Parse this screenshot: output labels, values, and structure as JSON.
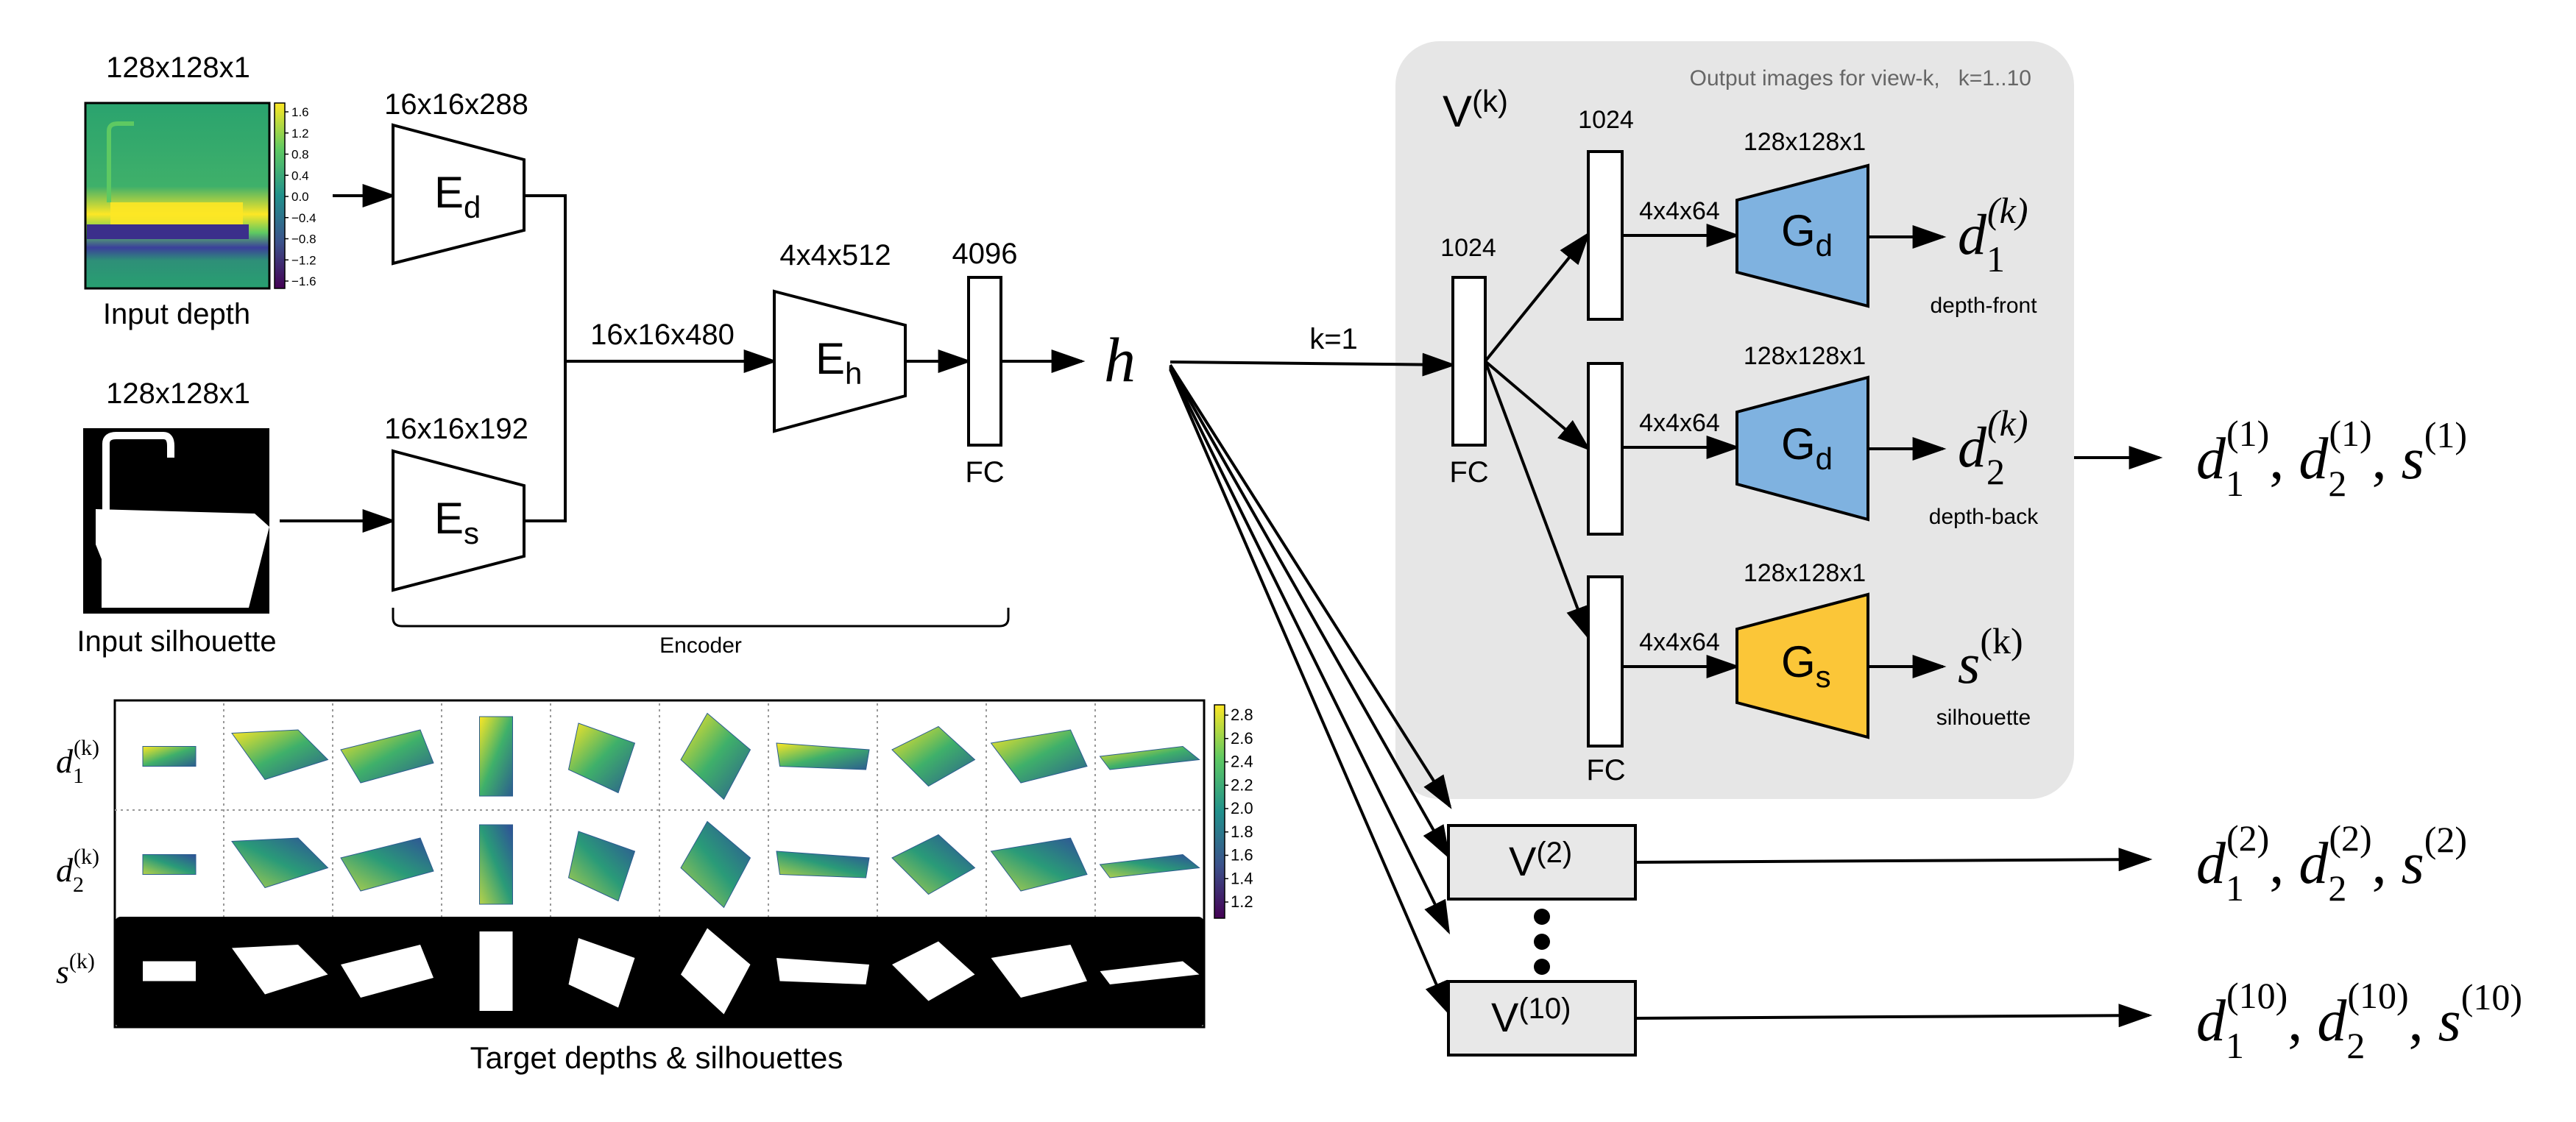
{
  "input_depth": {
    "size": "128x128x1",
    "caption": "Input depth",
    "colorbar_ticks": [
      "1.6",
      "1.2",
      "0.8",
      "0.4",
      "0.0",
      "−0.4",
      "−0.8",
      "−1.2",
      "−1.6"
    ]
  },
  "input_silhouette": {
    "size": "128x128x1",
    "caption": "Input silhouette"
  },
  "encoders": {
    "ed": {
      "name": "E",
      "sub": "d",
      "size": "16x16x288"
    },
    "es": {
      "name": "E",
      "sub": "s",
      "size": "16x16x192"
    },
    "eh": {
      "name": "E",
      "sub": "h",
      "size": "4x4x512"
    },
    "concat_size": "16x16x480",
    "fc_size": "4096",
    "fc_label": "FC",
    "group_label": "Encoder"
  },
  "latent": "h",
  "view_k": {
    "title": "V",
    "title_sup": "(k)",
    "note": "Output images for view-k,   k=1..10",
    "edge_label": "k=1",
    "fc_size": "1024",
    "fc_label": "FC",
    "branch_fc_size": "1024",
    "fc_bottom_label": "FC",
    "branches": [
      {
        "gen": "G",
        "sub": "d",
        "size": "128x128x1",
        "in_size": "4x4x64",
        "out_sym": "d",
        "out_sub": "1",
        "out_sup": "(k)",
        "caption": "depth-front",
        "color": "#7fb2e0"
      },
      {
        "gen": "G",
        "sub": "d",
        "size": "128x128x1",
        "in_size": "4x4x64",
        "out_sym": "d",
        "out_sub": "2",
        "out_sup": "(k)",
        "caption": "depth-back",
        "color": "#7fb2e0"
      },
      {
        "gen": "G",
        "sub": "s",
        "size": "128x128x1",
        "in_size": "4x4x64",
        "out_sym": "s",
        "out_sup": "(k)",
        "caption": "silhouette",
        "color": "#fbc638"
      }
    ]
  },
  "views": [
    {
      "name": "V",
      "sup": "(2)"
    },
    {
      "name": "V",
      "sup": "(10)"
    }
  ],
  "outputs": [
    {
      "sup": "(1)"
    },
    {
      "sup": "(2)"
    },
    {
      "sup": "(10)"
    }
  ],
  "target_panel": {
    "caption": "Target depths & silhouettes",
    "rows": [
      {
        "sym": "d",
        "sub": "1",
        "sup": "(k)"
      },
      {
        "sym": "d",
        "sub": "2",
        "sup": "(k)"
      },
      {
        "sym": "s",
        "sup": "(k)"
      }
    ],
    "colorbar_ticks": [
      "2.8",
      "2.6",
      "2.4",
      "2.2",
      "2.0",
      "1.8",
      "1.6",
      "1.4",
      "1.2"
    ]
  },
  "colors": {
    "gray_box": "#e8e8e8",
    "view_panel": "#e6e6e6",
    "gd": "#7fb2e0",
    "gs": "#fbc638"
  }
}
